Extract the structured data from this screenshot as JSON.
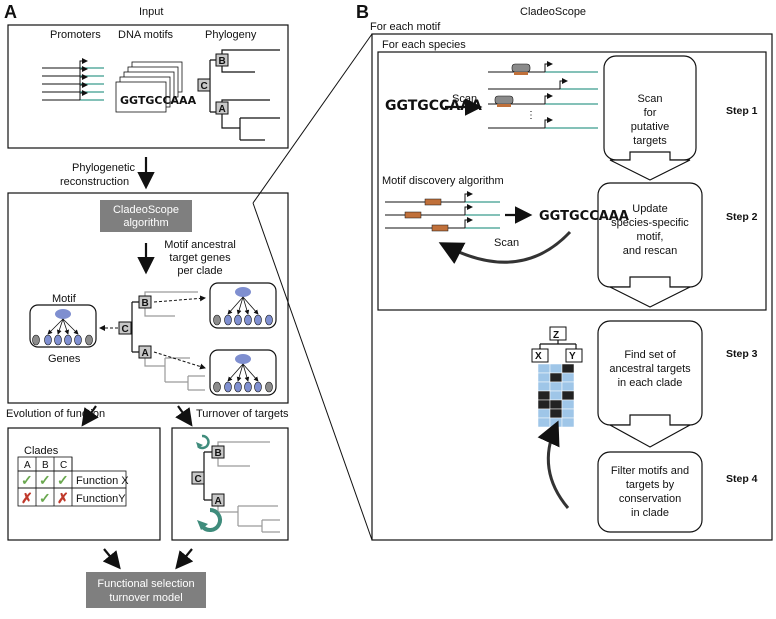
{
  "panel_a": {
    "letter": "A",
    "input_title": "Input",
    "promoters_label": "Promoters",
    "dna_motifs_label": "DNA motifs",
    "phylogeny_label": "Phylogeny",
    "motif_logo_text": "GGTGCCAAA",
    "phylo_reconstruction_line1": "Phylogenetic",
    "phylo_reconstruction_line2": "reconstruction",
    "algorithm_line1": "CladeoScope",
    "algorithm_line2": "algorithm",
    "ancestral_line1": "Motif ancestral",
    "ancestral_line2": "target genes",
    "ancestral_line3": "per clade",
    "motif_label": "Motif",
    "genes_label": "Genes",
    "evolution_label": "Evolution of function",
    "turnover_label": "Turnover of targets",
    "clades_label": "Clades",
    "clade_headers": [
      "A",
      "B",
      "C"
    ],
    "function_rows": [
      {
        "name": "Function X",
        "marks": [
          "✓",
          "✓",
          "✓"
        ]
      },
      {
        "name": "FunctionY",
        "marks": [
          "✗",
          "✓",
          "✗"
        ]
      }
    ],
    "model_line1": "Functional selection",
    "model_line2": "turnover model",
    "node_labels": {
      "a": "A",
      "b": "B",
      "c": "C"
    }
  },
  "panel_b": {
    "letter": "B",
    "title": "CladeoScope",
    "for_each_motif": "For each motif",
    "for_each_species": "For each species",
    "scan_label": "Scan",
    "scan_label_2": "Scan",
    "motif_discovery_label": "Motif discovery algorithm",
    "logo_text": "GGTGCCAAA",
    "logo_text_2": "GGTGCCAAA",
    "step1_text": [
      "Scan",
      "for",
      "putative",
      "targets"
    ],
    "step2_text": [
      "Update",
      "species-specific",
      "motif,",
      "and rescan"
    ],
    "step3_text": [
      "Find set of",
      "ancestral targets",
      "in each clade"
    ],
    "step4_text": [
      "Filter motifs and",
      "targets by",
      "conservation",
      "in clade"
    ],
    "step_labels": [
      "Step 1",
      "Step 2",
      "Step 3",
      "Step 4"
    ],
    "tree_labels": {
      "z": "Z",
      "x": "X",
      "y": "Y"
    }
  },
  "colors": {
    "gray_box": "#7f7f7f",
    "teal_line": "#3b9c8d",
    "orange_site": "#c0703a",
    "protein": "#8a8a8a",
    "ellipse_blue": "#7f8fd0",
    "gene_gray": "#8c8c8c",
    "heat_light": "#9fc6e8",
    "heat_dark": "#222222",
    "turnover_green": "#3f8c7c"
  }
}
